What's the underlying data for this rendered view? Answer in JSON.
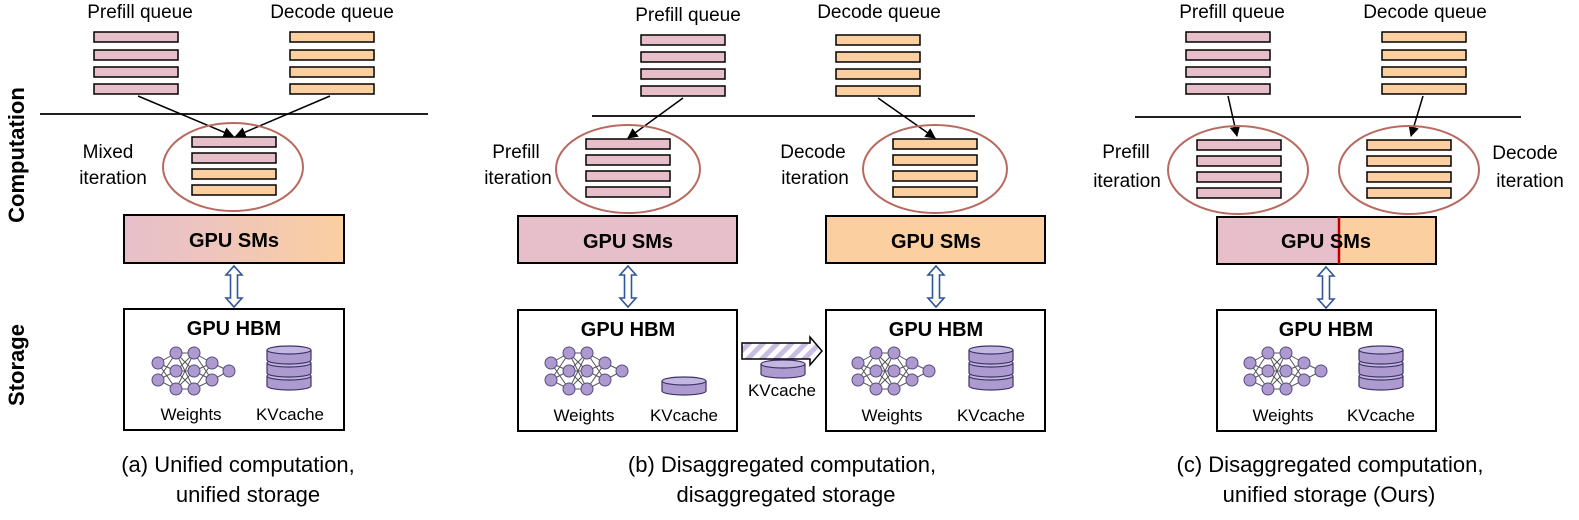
{
  "side_labels": {
    "computation": "Computation",
    "storage": "Storage"
  },
  "panels": [
    {
      "caption_line1": "(a)  Unified computation,",
      "caption_line2": "unified storage",
      "prefill_queue": "Prefill queue",
      "decode_queue": "Decode queue",
      "iteration_word1": "Mixed",
      "iteration_word2": "iteration",
      "gpu_sms": "GPU SMs",
      "gpu_hbm": "GPU HBM",
      "weights": "Weights",
      "kvcache": "KVcache"
    },
    {
      "caption_line1": "(b) Disaggregated computation,",
      "caption_line2": "disaggregated storage",
      "prefill_queue": "Prefill queue",
      "decode_queue": "Decode queue",
      "prefill_iter_1": "Prefill",
      "prefill_iter_2": "iteration",
      "decode_iter_1": "Decode",
      "decode_iter_2": "iteration",
      "gpu_sms_left": "GPU SMs",
      "gpu_sms_right": "GPU SMs",
      "gpu_hbm_left": "GPU HBM",
      "gpu_hbm_right": "GPU HBM",
      "weights_left": "Weights",
      "kvcache_left": "KVcache",
      "transfer_kvcache": "KVcache",
      "weights_right": "Weights",
      "kvcache_right": "KVcache"
    },
    {
      "caption_line1": "(c) Disaggregated computation,",
      "caption_line2": "unified storage (Ours)",
      "prefill_queue": "Prefill queue",
      "decode_queue": "Decode queue",
      "prefill_iter_1": "Prefill",
      "prefill_iter_2": "iteration",
      "decode_iter_1": "Decode",
      "decode_iter_2": "iteration",
      "gpu_sms": "GPU SMs",
      "gpu_hbm": "GPU HBM",
      "weights": "Weights",
      "kvcache": "KVcache"
    }
  ],
  "colors": {
    "prefill": "#e6bfcb",
    "decode": "#fbcfa0",
    "ellipse": "#b86a60",
    "hbm_icon": "#ad9bd0",
    "arrow_blue": "#2f5597",
    "split_line": "#c00000"
  }
}
